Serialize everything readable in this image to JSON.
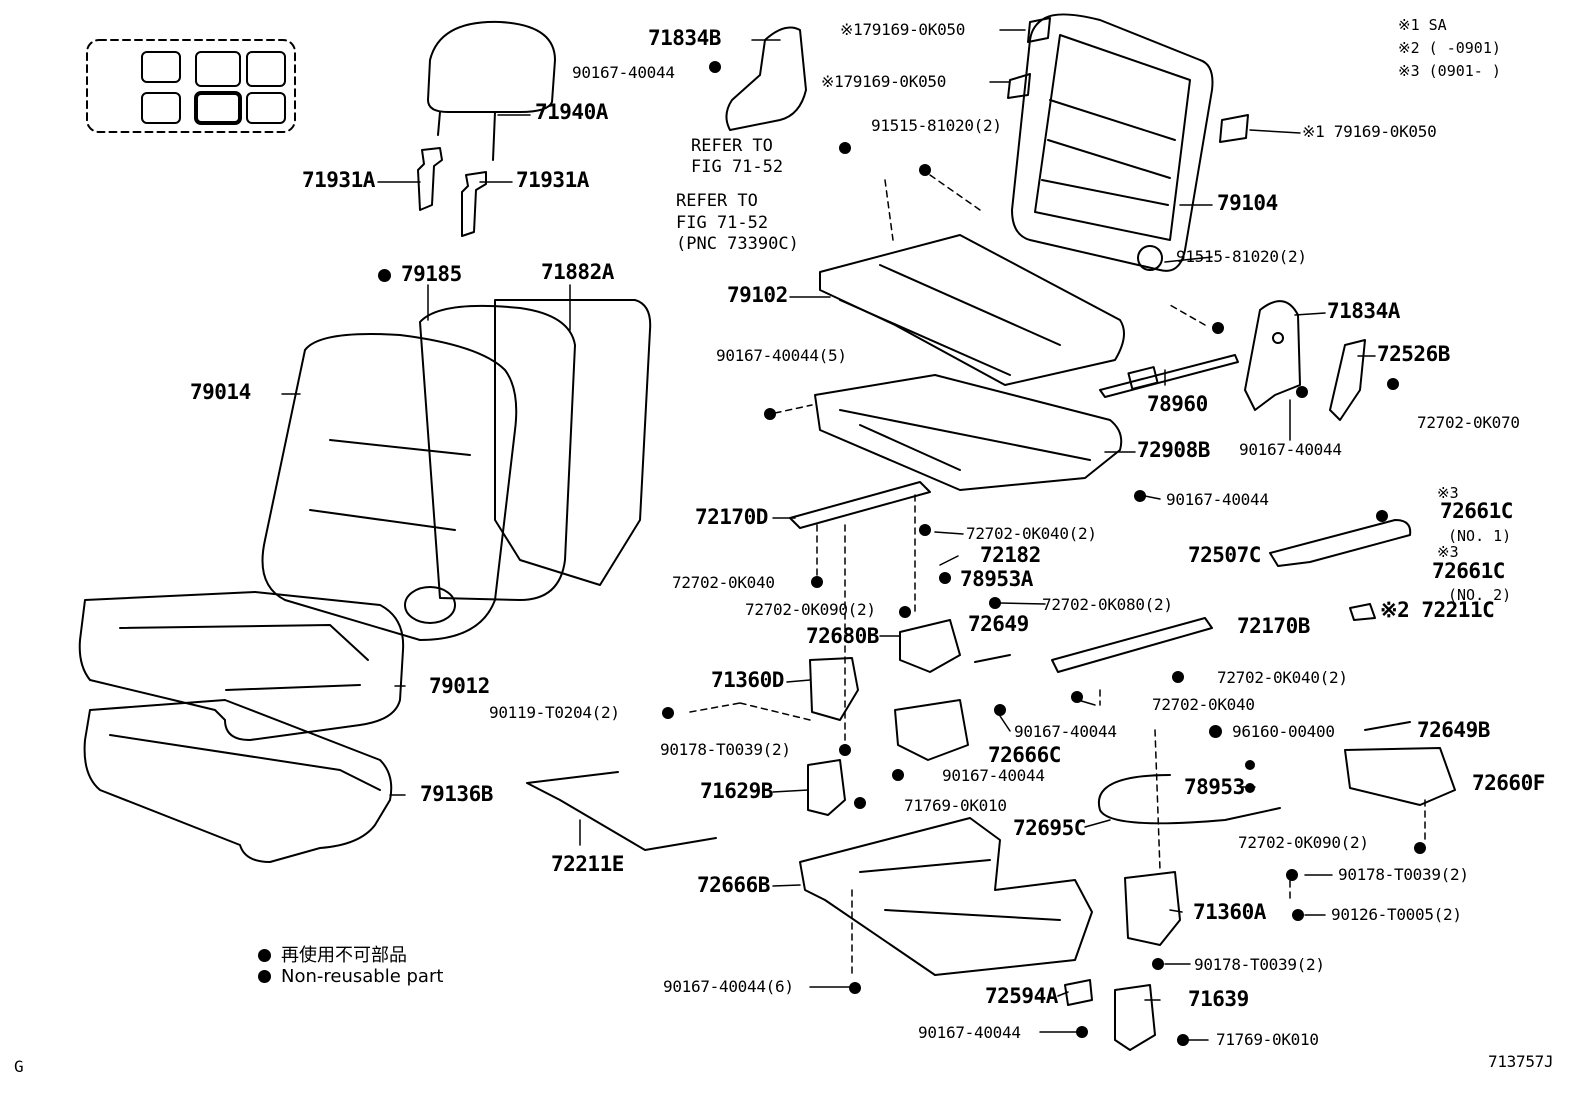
{
  "corner_left": "G",
  "corner_right": "713757J",
  "legend": {
    "line1": "再使用不可部品",
    "line2": "Non-reusable part"
  },
  "notes": {
    "n1": "※1 SA",
    "n2": "※2 (      -0901)",
    "n3": "※3 (0901-      )"
  },
  "refs": {
    "r1_line1": "REFER TO",
    "r1_line2": "FIG 71-52",
    "r2_line1": "REFER TO",
    "r2_line2": "FIG 71-52",
    "r2_line3": "(PNC 73390C)"
  },
  "parts": {
    "p71834B": "71834B",
    "p90167_40044_a": "90167-40044",
    "p179169_0K050_a": "※179169-0K050",
    "p179169_0K050_b": "※179169-0K050",
    "p179169_0K050_c": "※1 79169-0K050",
    "p71940A": "71940A",
    "p71931A_a": "71931A",
    "p71931A_b": "71931A",
    "p91515_81020_a": "91515-81020(2)",
    "p79104": "79104",
    "p91515_81020_b": "91515-81020(2)",
    "p79185": "79185",
    "p71882A": "71882A",
    "p79102": "79102",
    "p71834A": "71834A",
    "p90167_40044_5": "90167-40044(5)",
    "p72526B": "72526B",
    "p78960": "78960",
    "p79014": "79014",
    "p72702_0K070": "72702-0K070",
    "p90167_40044_b": "90167-40044",
    "p72908B": "72908B",
    "p90167_40044_c": "90167-40044",
    "p72170D": "72170D",
    "p72702_0K040_2a": "72702-0K040(2)",
    "p72661C_1": "72661C",
    "p72661C_1_sub": "(NO. 1)",
    "p72661C_1_mark": "※3",
    "p72182": "72182",
    "p72507C": "72507C",
    "p72661C_2": "72661C",
    "p72661C_2_sub": "(NO. 2)",
    "p72661C_2_mark": "※3",
    "p72702_0K040_a": "72702-0K040",
    "p78953A": "78953A",
    "p72702_0K090_2a": "72702-0K090(2)",
    "p72702_0K080_2": "72702-0K080(2)",
    "p72211C": "※2 72211C",
    "p72680B": "72680B",
    "p72649": "72649",
    "p72170B": "72170B",
    "p79012": "79012",
    "p71360D": "71360D",
    "p72702_0K040_2b": "72702-0K040(2)",
    "p90119_T0204": "90119-T0204(2)",
    "p72702_0K040_b": "72702-0K040",
    "p90167_40044_d": "90167-40044",
    "p96160_00400": "96160-00400",
    "p72649B": "72649B",
    "p90178_T0039_a": "90178-T0039(2)",
    "p72666C": "72666C",
    "p90167_40044_e": "90167-40044",
    "p79136B": "79136B",
    "p71629B": "71629B",
    "p78953": "78953",
    "p72660F": "72660F",
    "p71769_0K010_a": "71769-0K010",
    "p72695C": "72695C",
    "p72702_0K090_2b": "72702-0K090(2)",
    "p72211E": "72211E",
    "p90178_T0039_b": "90178-T0039(2)",
    "p72666B": "72666B",
    "p71360A": "71360A",
    "p90126_T0005": "90126-T0005(2)",
    "p90178_T0039_c": "90178-T0039(2)",
    "p90167_40044_6": "90167-40044(6)",
    "p72594A": "72594A",
    "p71639": "71639",
    "p90167_40044_f": "90167-40044",
    "p71769_0K010_b": "71769-0K010"
  }
}
